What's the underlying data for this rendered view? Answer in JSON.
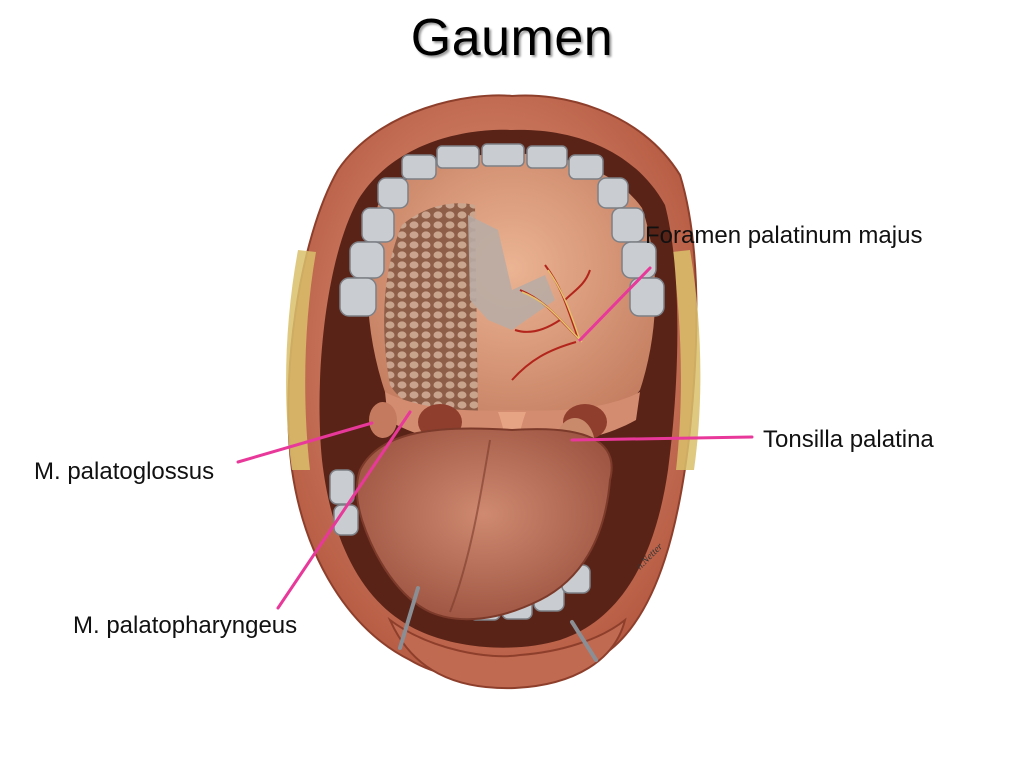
{
  "title": "Gaumen",
  "labels": {
    "foramen": "Foramen palatinum majus",
    "tonsilla": "Tonsilla palatina",
    "palatoglossus": "M. palatoglossus",
    "palatopharyngeus": "M. palatopharyngeus"
  },
  "colors": {
    "leader": "#e8399a",
    "lip": "#c0664e",
    "palate": "#d69274",
    "tongue": "#b96f58",
    "teeth": "#c9ccd0",
    "cavity": "#5a2317"
  },
  "signature_text": "n.Netter"
}
